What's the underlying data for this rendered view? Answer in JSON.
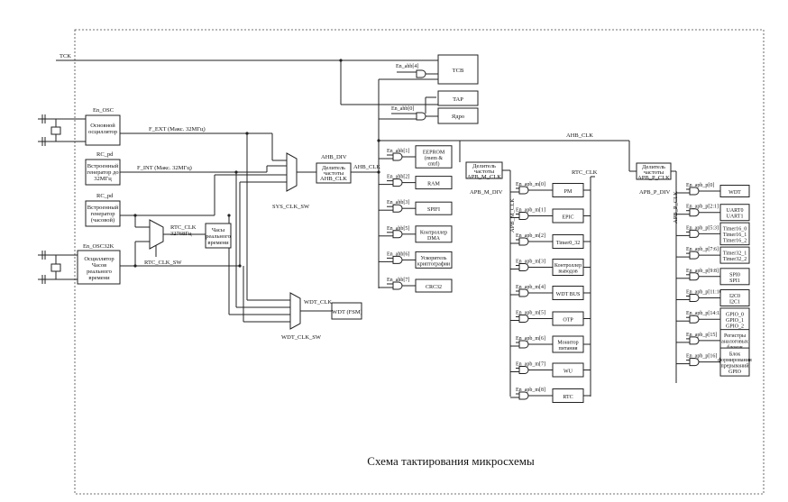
{
  "diagram": {
    "title": "Схема тактирования микросхемы",
    "signals": {
      "tck": "TCK",
      "en_osc": "En_OSC",
      "rc_pd_1": "RC_pd",
      "rc_pd_2": "RC_pd",
      "en_osc32k": "En_OSC32K",
      "f_ext": "F_EXT (Макс. 32МГц)",
      "f_int": "F_INT (Макс. 32МГц)",
      "rtc_clk": "RTC_CLK",
      "rtc_clk_freq": "32768Гц",
      "rtc_clk_sw": "RTC_CLK_SW",
      "sys_clk_sw": "SYS_CLK_SW",
      "wdt_clk": "WDT_CLK",
      "wdt_clk_sw": "WDT_CLK_SW",
      "ahb_div": "AHB_DIV",
      "ahb_clk_1": "AHB_CLK",
      "ahb_clk_2": "AHB_CLK",
      "apb_m_div": "APB_M_DIV",
      "apb_m_clk": "APB_M_CLK",
      "apb_p_div": "APB_P_DIV",
      "apb_p_clk": "APB_P_CLK",
      "rtc_clk_2": "RTC_CLK"
    },
    "sources": [
      {
        "lines": [
          "Основной",
          "осциллятор"
        ]
      },
      {
        "lines": [
          "Встроенный",
          "генератор до",
          "32МГц"
        ]
      },
      {
        "lines": [
          "Встроенный",
          "генератор",
          "(часовой)"
        ]
      },
      {
        "lines": [
          "Осциллятор",
          "Часов",
          "реального",
          "времени"
        ]
      }
    ],
    "rtc_block": {
      "lines": [
        "Часы",
        "реального",
        "времени"
      ]
    },
    "wdt_fsm": "WDT (FSM)",
    "dividers": {
      "ahb": [
        "Делитель",
        "частоты",
        "AHB_CLK"
      ],
      "apb_m": [
        "Делитель",
        "частоты",
        "APB_M_CLK"
      ],
      "apb_p": [
        "Делитель",
        "частоты",
        "APB_P_CLK"
      ]
    },
    "top_blocks": [
      {
        "en": "En_ahb[4]",
        "label": "TCB"
      },
      {
        "en": "",
        "label": "TAP"
      },
      {
        "en": "En_ahb[0]",
        "label": "Ядро"
      }
    ],
    "ahb_peripherals": [
      {
        "en": "En_ahb[1]",
        "lines": [
          "EEPROM",
          "(mem &",
          "cntrl)"
        ]
      },
      {
        "en": "En_ahb[2]",
        "lines": [
          "RAM"
        ]
      },
      {
        "en": "En_ahb[3]",
        "lines": [
          "SPIFI"
        ]
      },
      {
        "en": "En_ahb[5]",
        "lines": [
          "Контроллер",
          "DMA"
        ]
      },
      {
        "en": "En_ahb[6]",
        "lines": [
          "Ускоритель",
          "криптографии"
        ]
      },
      {
        "en": "En_ahb[7]",
        "lines": [
          "CRC32"
        ]
      }
    ],
    "apb_m_peripherals": [
      {
        "en": "En_apb_m[0]",
        "lines": [
          "PM"
        ]
      },
      {
        "en": "En_apb_m[1]",
        "lines": [
          "EPIC"
        ]
      },
      {
        "en": "En_apb_m[2]",
        "lines": [
          "Timer0_32"
        ]
      },
      {
        "en": "En_apb_m[3]",
        "lines": [
          "Контроллер",
          "выводов"
        ]
      },
      {
        "en": "En_apb_m[4]",
        "lines": [
          "WDT BUS"
        ]
      },
      {
        "en": "En_apb_m[5]",
        "lines": [
          "OTP"
        ]
      },
      {
        "en": "En_apb_m[6]",
        "lines": [
          "Монитор",
          "питания"
        ]
      },
      {
        "en": "En_apb_m[7]",
        "lines": [
          "WU"
        ]
      },
      {
        "en": "En_apb_m[8]",
        "lines": [
          "RTC"
        ]
      }
    ],
    "apb_p_peripherals": [
      {
        "en": "En_apb_p[0]",
        "lines": [
          "WDT"
        ]
      },
      {
        "en": "En_apb_p[2:1]",
        "lines": [
          "UART0",
          "UART1"
        ]
      },
      {
        "en": "En_apb_p[5:3]",
        "lines": [
          "Timer16_0",
          "Timer16_1",
          "Timer16_2"
        ]
      },
      {
        "en": "En_apb_p[7:6]",
        "lines": [
          "Timer32_1",
          "Timer32_2"
        ]
      },
      {
        "en": "En_apb_p[9:8]",
        "lines": [
          "SPI0",
          "SPI1"
        ]
      },
      {
        "en": "En_apb_p[11:10]",
        "lines": [
          "I2C0",
          "I2C1"
        ]
      },
      {
        "en": "En_apb_p[14:12]",
        "lines": [
          "GPIO_0",
          "GPIO_1",
          "GPIO_2"
        ]
      },
      {
        "en": "En_apb_p[15]",
        "lines": [
          "Регистры",
          "аналоговых",
          "блоков"
        ]
      },
      {
        "en": "En_apb_p[16]",
        "lines": [
          "Блок",
          "формирования",
          "прерываний",
          "GPIO"
        ]
      }
    ]
  }
}
